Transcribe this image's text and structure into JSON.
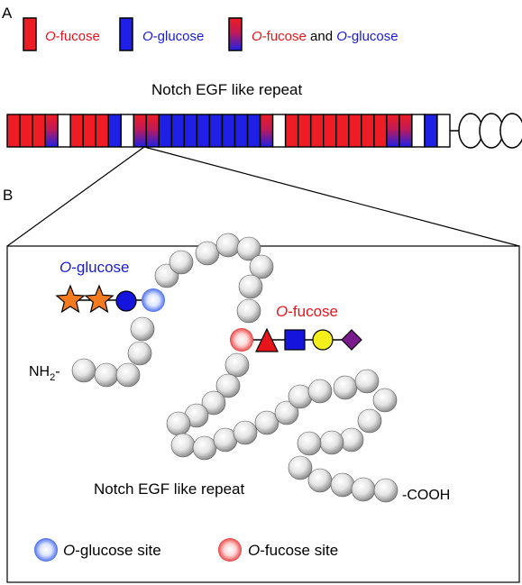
{
  "panel_a": {
    "label": "A",
    "legend": [
      {
        "key": "fucose",
        "prefix": "O",
        "text": "-fucose",
        "color": "#e8141c"
      },
      {
        "key": "glucose",
        "prefix": "O",
        "text": "-glucose",
        "color": "#1a1ad6"
      },
      {
        "key": "both",
        "prefix1": "O",
        "text1": "-fucose",
        "mid": " and ",
        "prefix2": "O",
        "text2": "-glucose"
      }
    ],
    "title": "Notch EGF like repeat",
    "bar_segments": [
      "R",
      "R",
      "R",
      "M",
      "W",
      "R",
      "R",
      "R",
      "B",
      "W",
      "M",
      "M",
      "B",
      "B",
      "B",
      "B",
      "B",
      "B",
      "B",
      "B",
      "M",
      "W",
      "R",
      "R",
      "R",
      "R",
      "R",
      "R",
      "R",
      "R",
      "M",
      "M",
      "W",
      "B",
      "W"
    ],
    "colors": {
      "red": "#ee1c24",
      "blue": "#1f1fe6",
      "white": "#ffffff"
    }
  },
  "panel_b": {
    "label": "B",
    "o_glucose": {
      "prefix": "O",
      "text": "-glucose",
      "color": "#1a1ad6"
    },
    "o_fucose": {
      "prefix": "O",
      "text": "-fucose",
      "color": "#e8141c"
    },
    "n_terminus": {
      "main": "NH",
      "sub": "2",
      "dash": "-"
    },
    "c_terminus": "-COOH",
    "chain_label": "Notch EGF like repeat",
    "legend": [
      {
        "key": "glucose-site",
        "prefix": "O",
        "text": "-glucose site"
      },
      {
        "key": "fucose-site",
        "prefix": "O",
        "text": "-fucose site"
      }
    ],
    "glycan_colors": {
      "star": "#f47a20",
      "circle_blue": "#1414dc",
      "triangle": "#e8141c",
      "square": "#1414dc",
      "circle_yellow": "#f4ee1c",
      "diamond": "#7b1a8c"
    }
  }
}
